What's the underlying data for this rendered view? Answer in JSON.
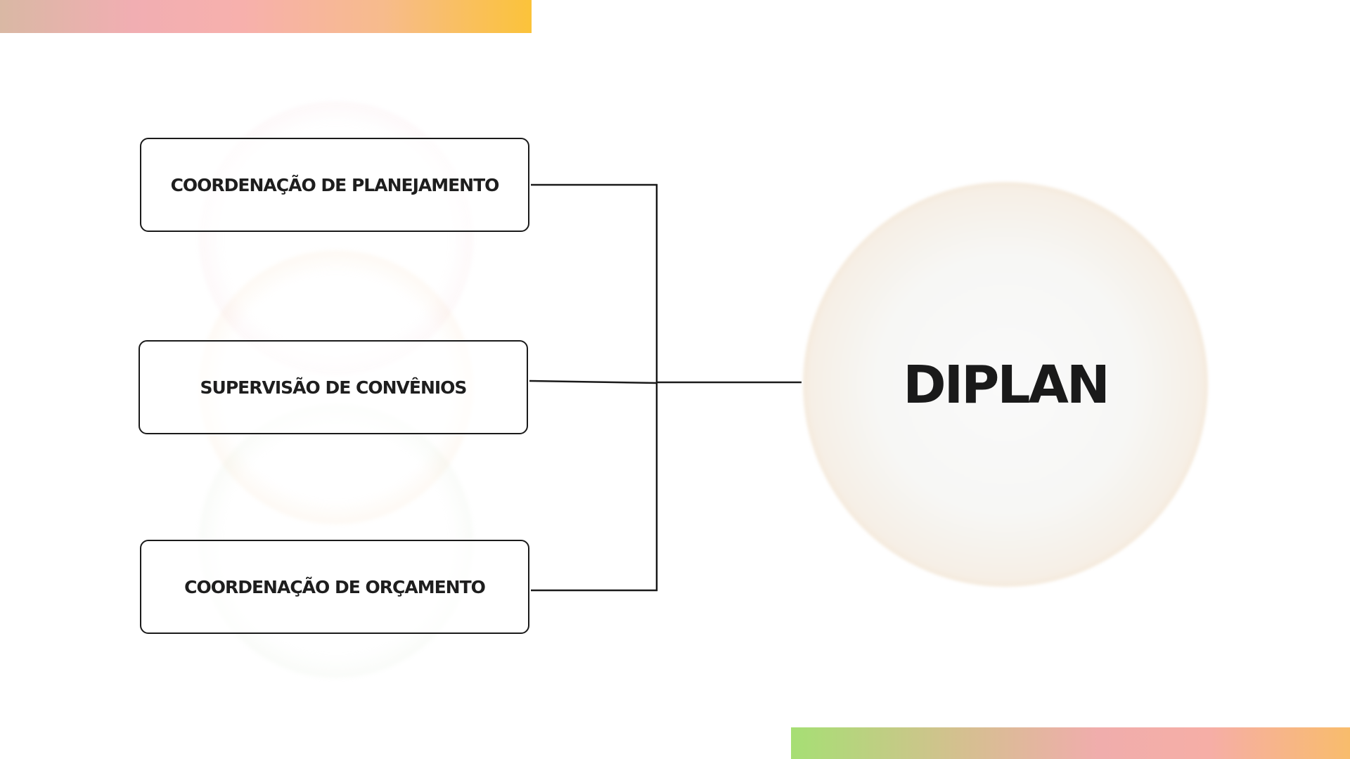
{
  "diagram": {
    "center": {
      "label": "DIPLAN",
      "ring_color": "#e7ae6e"
    },
    "units": [
      {
        "label": "COORDENAÇÃO DE PLANEJAMENTO",
        "glow_color": "#eec4ce"
      },
      {
        "label": "SUPERVISÃO DE CONVÊNIOS",
        "glow_color": "#f6c8a0"
      },
      {
        "label": "COORDENAÇÃO DE ORÇAMENTO",
        "glow_color": "#d6e4ce"
      }
    ],
    "edges": [
      {
        "from": "COORDENAÇÃO DE PLANEJAMENTO",
        "to": "DIPLAN"
      },
      {
        "from": "SUPERVISÃO DE CONVÊNIOS",
        "to": "DIPLAN"
      },
      {
        "from": "COORDENAÇÃO DE ORÇAMENTO",
        "to": "DIPLAN"
      }
    ]
  },
  "decor": {
    "top_band_colors": [
      "#d9b8a4",
      "#f1aeb2",
      "#f7bb8c",
      "#fbc33a"
    ],
    "bottom_band_colors": [
      "#a6df74",
      "#d4c08f",
      "#f0adac",
      "#f8bc6c"
    ]
  }
}
